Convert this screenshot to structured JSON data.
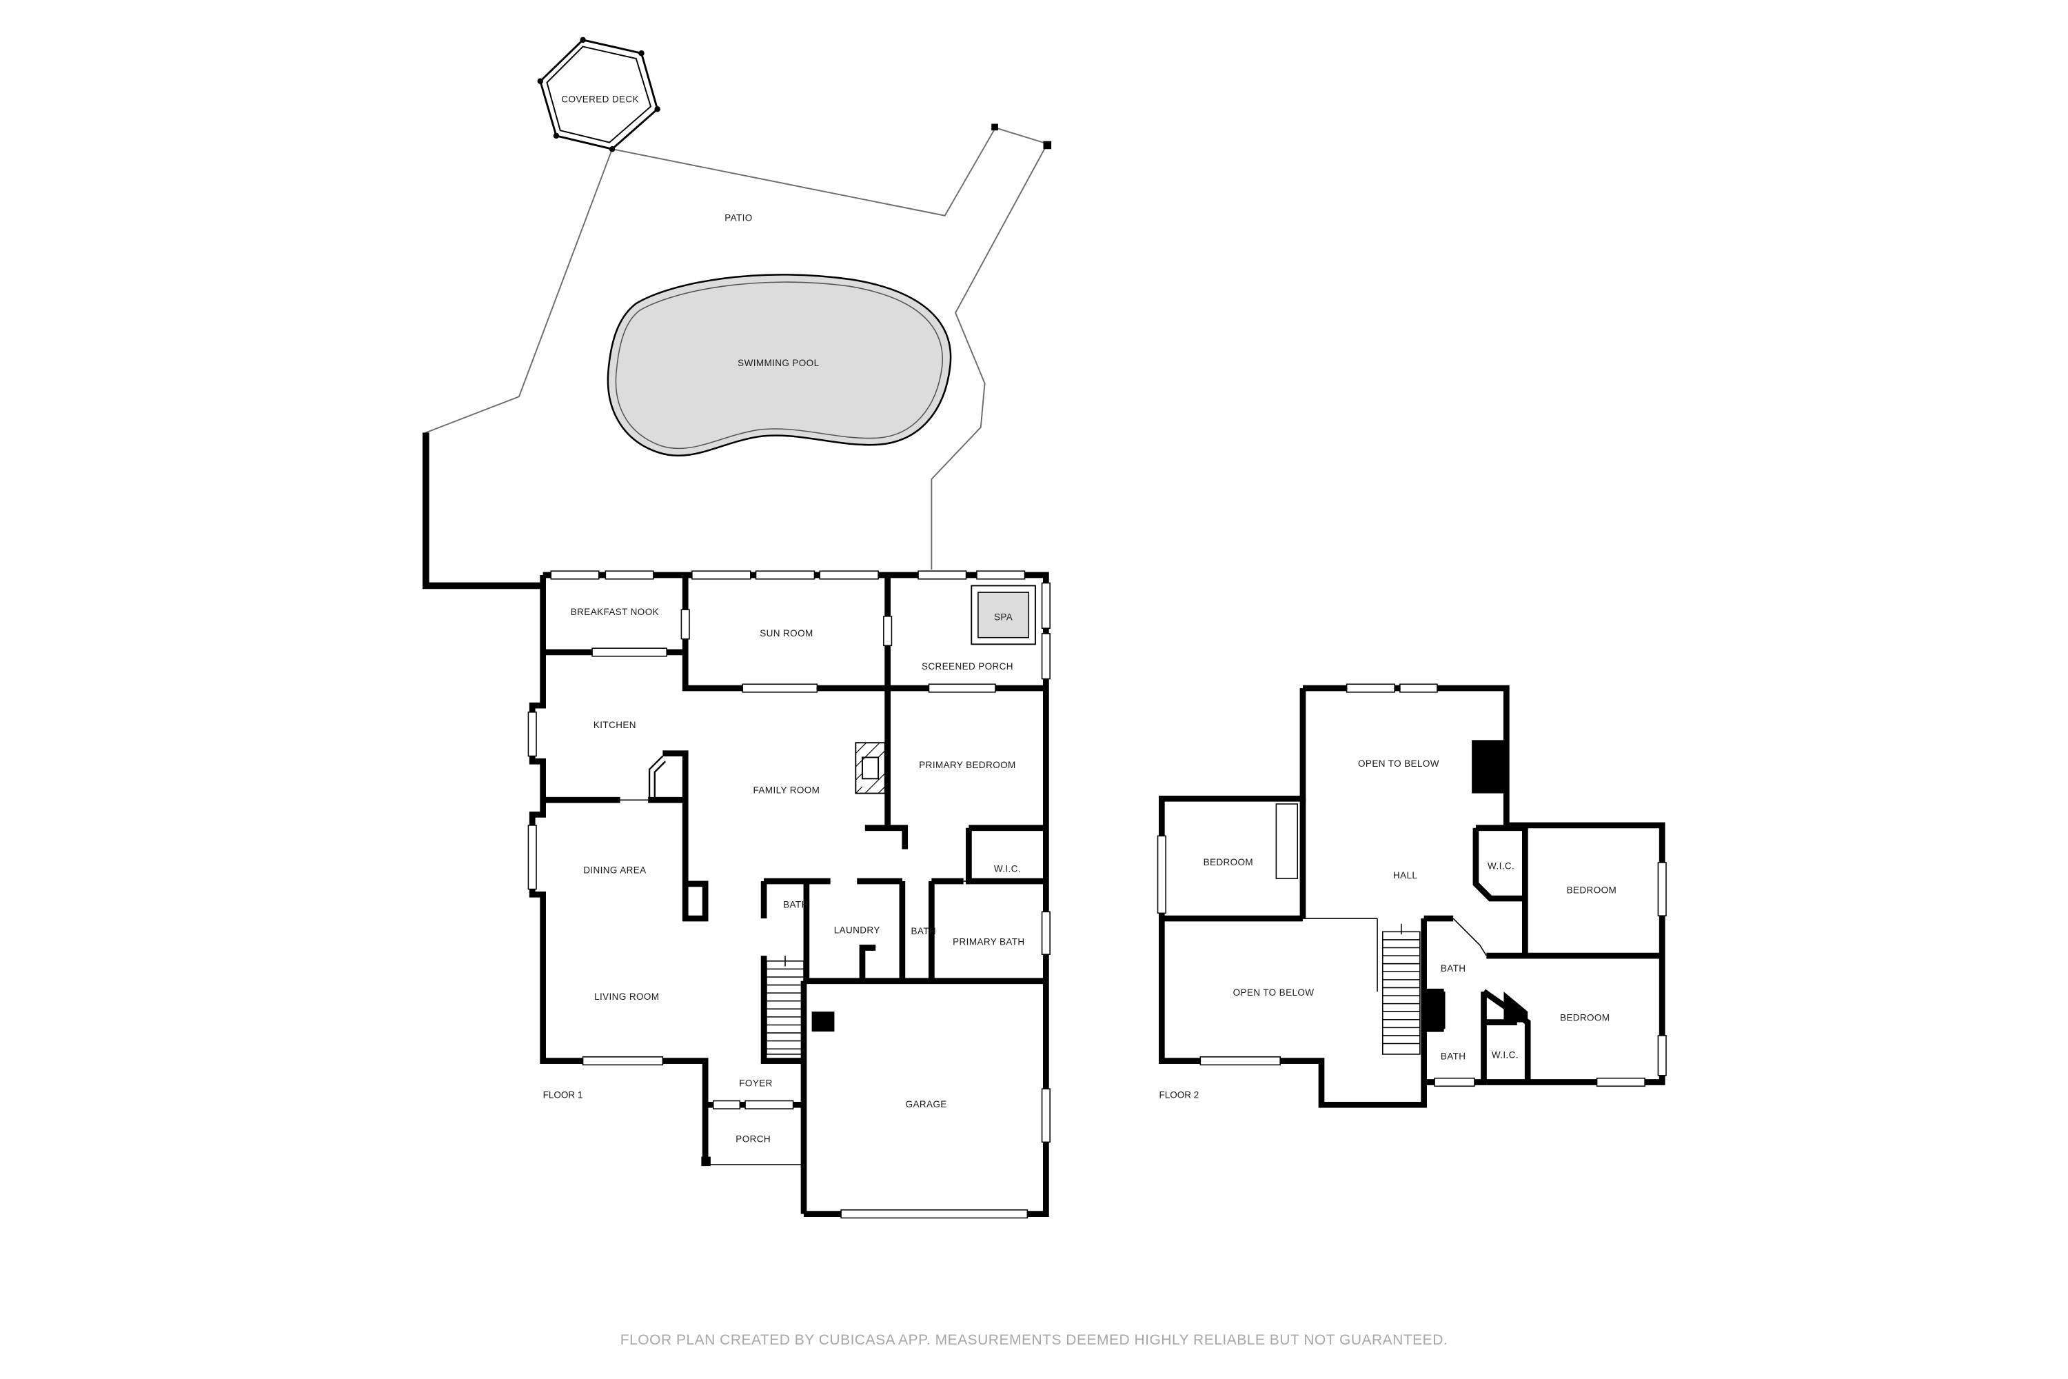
{
  "floor1": {
    "label": "FLOOR 1",
    "rooms": {
      "covered_deck": "COVERED DECK",
      "patio": "PATIO",
      "swimming_pool": "SWIMMING POOL",
      "breakfast_nook": "BREAKFAST NOOK",
      "sun_room": "SUN ROOM",
      "spa": "SPA",
      "screened_porch": "SCREENED PORCH",
      "kitchen": "KITCHEN",
      "family_room": "FAMILY ROOM",
      "primary_bedroom": "PRIMARY BEDROOM",
      "wic": "W.I.C.",
      "dining_area": "DINING AREA",
      "bath_1": "BATH",
      "laundry": "LAUNDRY",
      "bath_2": "BATH",
      "primary_bath": "PRIMARY BATH",
      "living_room": "LIVING ROOM",
      "foyer": "FOYER",
      "garage": "GARAGE",
      "porch": "PORCH"
    }
  },
  "floor2": {
    "label": "FLOOR 2",
    "rooms": {
      "open_to_below_top": "OPEN TO BELOW",
      "bedroom_left": "BEDROOM",
      "hall": "HALL",
      "wic_1": "W.I.C.",
      "bedroom_right": "BEDROOM",
      "open_to_below_bottom": "OPEN TO BELOW",
      "bath_1": "BATH",
      "bedroom_lower_right": "BEDROOM",
      "bath_2": "BATH",
      "wic_2": "W.I.C."
    }
  },
  "footer": "FLOOR PLAN CREATED BY CUBICASA APP. MEASUREMENTS DEEMED HIGHLY RELIABLE BUT NOT GUARANTEED."
}
